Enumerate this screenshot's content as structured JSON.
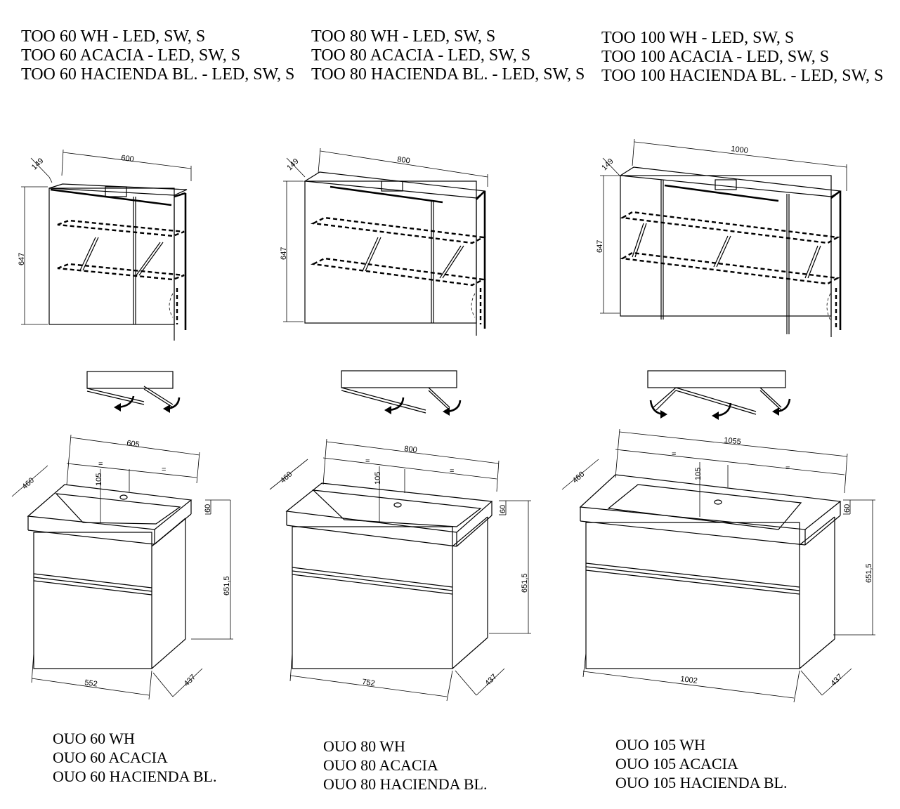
{
  "mirror_titles": [
    [
      "TOO 60 WH - LED, SW, S",
      "TOO 60 ACACIA - LED, SW, S",
      "TOO 60 HACIENDA BL. - LED, SW, S"
    ],
    [
      "TOO 80 WH - LED, SW, S",
      "TOO 80 ACACIA - LED, SW, S",
      "TOO 80 HACIENDA BL. - LED, SW, S"
    ],
    [
      "TOO 100 WH - LED, SW, S",
      "TOO 100 ACACIA - LED, SW, S",
      "TOO 100 HACIENDA BL. - LED, SW, S"
    ]
  ],
  "cabinet_models": [
    [
      "OUO 60 WH",
      "OUO 60 ACACIA",
      "OUO 60 HACIENDA BL."
    ],
    [
      "OUO 80 WH",
      "OUO 80 ACACIA",
      "OUO 80 HACIENDA BL."
    ],
    [
      "OUO 105 WH",
      "OUO 105 ACACIA",
      "OUO 105 HACIENDA BL."
    ]
  ],
  "mirror_dims": [
    {
      "depth": "149",
      "width": "600",
      "height": "647"
    },
    {
      "depth": "149",
      "width": "800",
      "height": "647"
    },
    {
      "depth": "149",
      "width": "1000",
      "height": "647"
    }
  ],
  "cabinet_dims": [
    {
      "depth": "460",
      "width": "605",
      "equal": "=",
      "tap": "105",
      "basin": "60",
      "height": "651,5",
      "bottom_width": "552",
      "bottom_depth": "437"
    },
    {
      "depth": "460",
      "width": "800",
      "equal": "=",
      "tap": "105",
      "basin": "60",
      "height": "651,5",
      "bottom_width": "752",
      "bottom_depth": "437"
    },
    {
      "depth": "460",
      "width": "1055",
      "equal": "=",
      "tap": "105",
      "basin": "60",
      "height": "651,5",
      "bottom_width": "1002",
      "bottom_depth": "437"
    }
  ]
}
